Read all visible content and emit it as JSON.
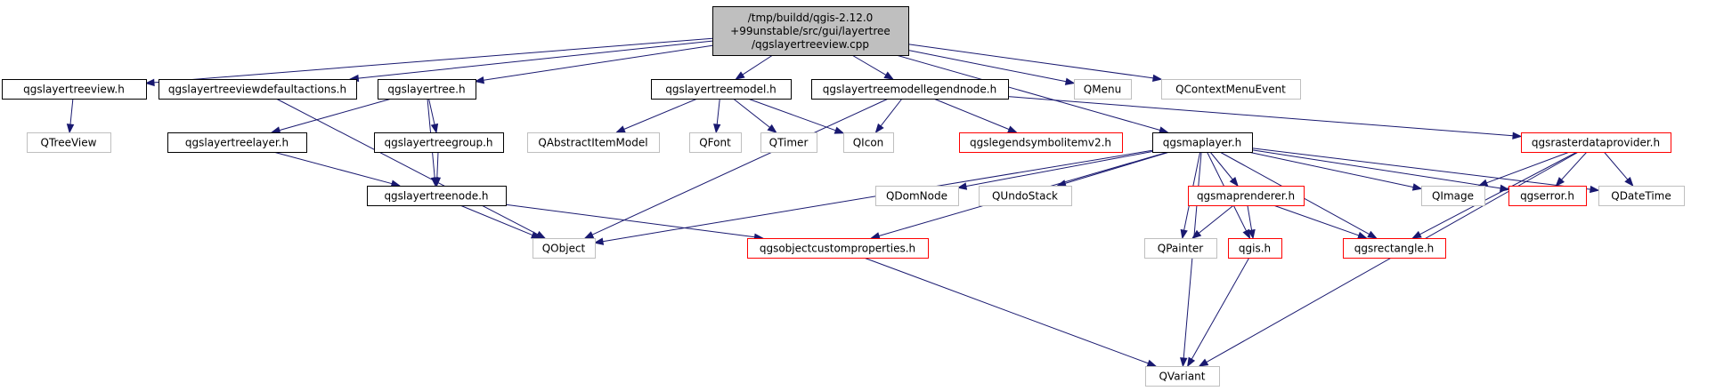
{
  "colors": {
    "root_fill": "#bfbfbf",
    "normal_fill": "#ffffff",
    "normal_stroke": "#000000",
    "external_stroke": "#bfbfbf",
    "external_text": "#000000",
    "truncated_stroke": "#ff0000",
    "edge": "#191970"
  },
  "nodes": [
    {
      "id": "root",
      "kind": "root",
      "lines": [
        "/tmp/buildd/qgis-2.12.0",
        "+99unstable/src/gui/layertree",
        "/qgslayertreeview.cpp"
      ]
    },
    {
      "id": "view_h",
      "kind": "normal",
      "lines": [
        "qgslayertreeview.h"
      ]
    },
    {
      "id": "defaultactions_h",
      "kind": "normal",
      "lines": [
        "qgslayertreeviewdefaultactions.h"
      ]
    },
    {
      "id": "layertree_h",
      "kind": "normal",
      "lines": [
        "qgslayertree.h"
      ]
    },
    {
      "id": "model_h",
      "kind": "normal",
      "lines": [
        "qgslayertreemodel.h"
      ]
    },
    {
      "id": "legendnode_h",
      "kind": "normal",
      "lines": [
        "qgslayertreemodellegendnode.h"
      ]
    },
    {
      "id": "qmenu",
      "kind": "external",
      "lines": [
        "QMenu"
      ]
    },
    {
      "id": "qcontextmenuevent",
      "kind": "external",
      "lines": [
        "QContextMenuEvent"
      ]
    },
    {
      "id": "qtreeview",
      "kind": "external",
      "lines": [
        "QTreeView"
      ]
    },
    {
      "id": "treelayer_h",
      "kind": "normal",
      "lines": [
        "qgslayertreelayer.h"
      ]
    },
    {
      "id": "treegroup_h",
      "kind": "normal",
      "lines": [
        "qgslayertreegroup.h"
      ]
    },
    {
      "id": "qabstractitemmodel",
      "kind": "external",
      "lines": [
        "QAbstractItemModel"
      ]
    },
    {
      "id": "qfont",
      "kind": "external",
      "lines": [
        "QFont"
      ]
    },
    {
      "id": "qtimer",
      "kind": "external",
      "lines": [
        "QTimer"
      ]
    },
    {
      "id": "qicon",
      "kind": "external",
      "lines": [
        "QIcon"
      ]
    },
    {
      "id": "legendsymbol_h",
      "kind": "truncated",
      "lines": [
        "qgslegendsymbolitemv2.h"
      ]
    },
    {
      "id": "maplayer_h",
      "kind": "normal",
      "lines": [
        "qgsmaplayer.h"
      ]
    },
    {
      "id": "rasterdp_h",
      "kind": "truncated",
      "lines": [
        "qgsrasterdataprovider.h"
      ]
    },
    {
      "id": "treenode_h",
      "kind": "normal",
      "lines": [
        "qgslayertreenode.h"
      ]
    },
    {
      "id": "qdomnode",
      "kind": "external",
      "lines": [
        "QDomNode"
      ]
    },
    {
      "id": "qundostack",
      "kind": "external",
      "lines": [
        "QUndoStack"
      ]
    },
    {
      "id": "maprenderer_h",
      "kind": "truncated",
      "lines": [
        "qgsmaprenderer.h"
      ]
    },
    {
      "id": "qimage",
      "kind": "external",
      "lines": [
        "QImage"
      ]
    },
    {
      "id": "error_h",
      "kind": "truncated",
      "lines": [
        "qgserror.h"
      ]
    },
    {
      "id": "qdatetime",
      "kind": "external",
      "lines": [
        "QDateTime"
      ]
    },
    {
      "id": "qobject",
      "kind": "external",
      "lines": [
        "QObject"
      ]
    },
    {
      "id": "customprops_h",
      "kind": "truncated",
      "lines": [
        "qgsobjectcustomproperties.h"
      ]
    },
    {
      "id": "qpainter",
      "kind": "external",
      "lines": [
        "QPainter"
      ]
    },
    {
      "id": "qgis_h",
      "kind": "truncated",
      "lines": [
        "qgis.h"
      ]
    },
    {
      "id": "rectangle_h",
      "kind": "truncated",
      "lines": [
        "qgsrectangle.h"
      ]
    },
    {
      "id": "qvariant",
      "kind": "external",
      "lines": [
        "QVariant"
      ]
    }
  ],
  "edges": [
    [
      "root",
      "view_h"
    ],
    [
      "root",
      "defaultactions_h"
    ],
    [
      "root",
      "layertree_h"
    ],
    [
      "root",
      "model_h"
    ],
    [
      "root",
      "legendnode_h"
    ],
    [
      "root",
      "maplayer_h"
    ],
    [
      "root",
      "qmenu"
    ],
    [
      "root",
      "qcontextmenuevent"
    ],
    [
      "view_h",
      "qtreeview"
    ],
    [
      "defaultactions_h",
      "qobject"
    ],
    [
      "layertree_h",
      "treelayer_h"
    ],
    [
      "layertree_h",
      "treegroup_h"
    ],
    [
      "layertree_h",
      "treenode_h"
    ],
    [
      "model_h",
      "qabstractitemmodel"
    ],
    [
      "model_h",
      "qfont"
    ],
    [
      "model_h",
      "qtimer"
    ],
    [
      "model_h",
      "qicon"
    ],
    [
      "legendnode_h",
      "qicon"
    ],
    [
      "legendnode_h",
      "legendsymbol_h"
    ],
    [
      "legendnode_h",
      "qobject"
    ],
    [
      "legendnode_h",
      "rasterdp_h"
    ],
    [
      "treelayer_h",
      "treenode_h"
    ],
    [
      "treegroup_h",
      "treenode_h"
    ],
    [
      "treenode_h",
      "qobject"
    ],
    [
      "treenode_h",
      "customprops_h"
    ],
    [
      "maplayer_h",
      "qobject"
    ],
    [
      "maplayer_h",
      "customprops_h"
    ],
    [
      "maplayer_h",
      "qdomnode"
    ],
    [
      "maplayer_h",
      "qundostack"
    ],
    [
      "maplayer_h",
      "maprenderer_h"
    ],
    [
      "maplayer_h",
      "qpainter"
    ],
    [
      "maplayer_h",
      "qgis_h"
    ],
    [
      "maplayer_h",
      "rectangle_h"
    ],
    [
      "maplayer_h",
      "qimage"
    ],
    [
      "maplayer_h",
      "error_h"
    ],
    [
      "maplayer_h",
      "qdatetime"
    ],
    [
      "maplayer_h",
      "qvariant"
    ],
    [
      "rasterdp_h",
      "qimage"
    ],
    [
      "rasterdp_h",
      "error_h"
    ],
    [
      "rasterdp_h",
      "qdatetime"
    ],
    [
      "rasterdp_h",
      "rectangle_h"
    ],
    [
      "rasterdp_h",
      "qvariant"
    ],
    [
      "maprenderer_h",
      "qgis_h"
    ],
    [
      "maprenderer_h",
      "qpainter"
    ],
    [
      "maprenderer_h",
      "rectangle_h"
    ],
    [
      "customprops_h",
      "qvariant"
    ],
    [
      "qgis_h",
      "qvariant"
    ]
  ]
}
